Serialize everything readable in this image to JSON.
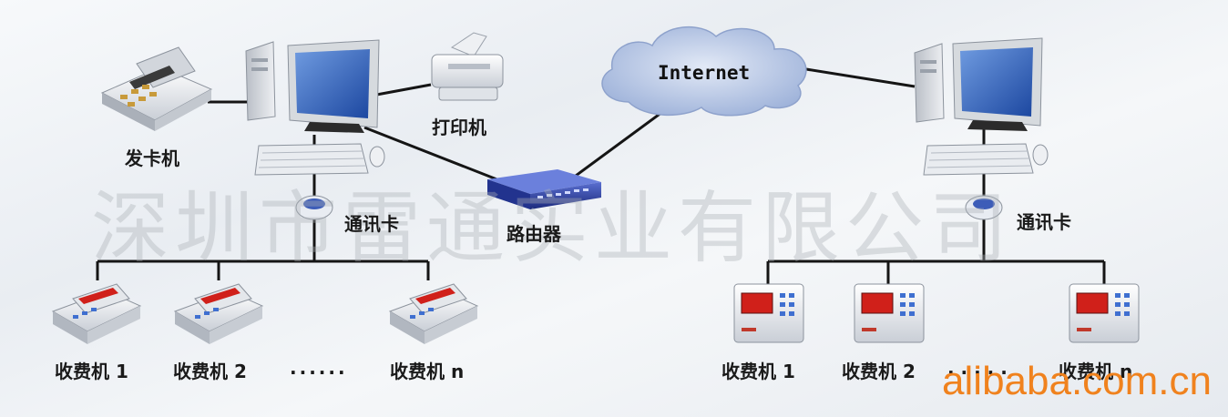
{
  "labels": {
    "card_issuer": "发卡机",
    "printer": "打印机",
    "internet": "Internet",
    "comm_card_left": "通讯卡",
    "router": "路由器",
    "comm_card_right": "通讯卡",
    "left_terminal_1": "收费机 1",
    "left_terminal_2": "收费机 2",
    "left_dots": "......",
    "left_terminal_n": "收费机 n",
    "right_terminal_1": "收费机 1",
    "right_terminal_2": "收费机 2",
    "right_dots": ". . . . .",
    "right_terminal_n": "收费机 n"
  },
  "watermark": "深圳市雷通实业有限公司",
  "site_watermark": "alibaba.com.cn",
  "colors": {
    "accent_watermark": "#f0821e",
    "router_blue": "#2a3f9e",
    "cloud": "#b9c8e4",
    "screen_blue": "#2e5fb3",
    "display_red": "#d0201a"
  }
}
